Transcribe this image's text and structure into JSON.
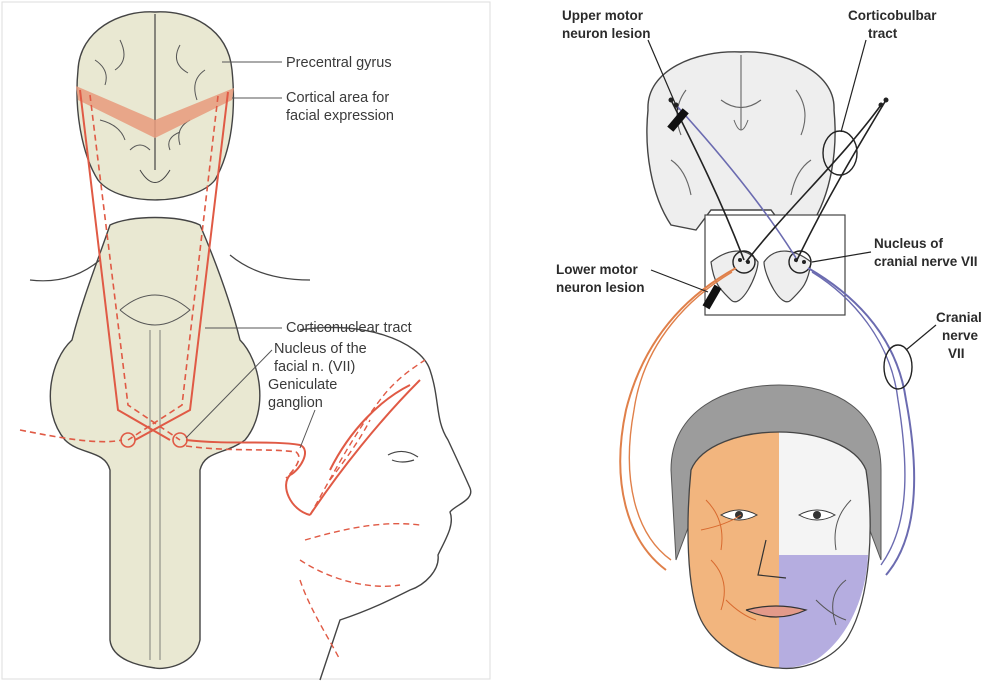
{
  "left": {
    "labels": {
      "precentral_gyrus": "Precentral gyrus",
      "cortical_area_1": "Cortical area for",
      "cortical_area_2": "facial expression",
      "corticonuclear_tract": "Corticonuclear tract",
      "nucleus_facial_1": "Nucleus of the",
      "nucleus_facial_2": "facial n. (VII)",
      "geniculate_1": "Geniculate",
      "geniculate_2": "ganglion"
    }
  },
  "right": {
    "labels": {
      "umn_1": "Upper motor",
      "umn_2": "neuron lesion",
      "corticobulbar_1": "Corticobulbar",
      "corticobulbar_2": "tract",
      "nucleus_vii_1": "Nucleus of",
      "nucleus_vii_2": "cranial nerve VII",
      "lmn_1": "Lower motor",
      "lmn_2": "neuron lesion",
      "cranial_nerve_1": "Cranial",
      "cranial_nerve_2": "nerve",
      "cranial_nerve_3": "VII"
    }
  },
  "colors": {
    "tissue": "#e9e8d2",
    "nerve_red": "#e05a45",
    "cortical_band": "#e89a7c",
    "face_orange": "#f2b57e",
    "face_purple": "#b5ade0",
    "hair_grey": "#9c9c9c",
    "nerve_blue": "#6b6bb0",
    "nerve_orange": "#e0804a"
  }
}
